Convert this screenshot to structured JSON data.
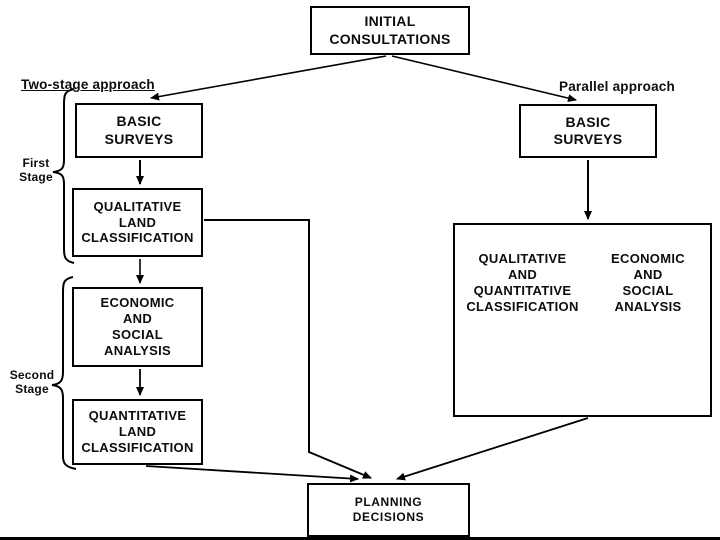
{
  "colors": {
    "line": "#000000",
    "background": "#ffffff"
  },
  "top": {
    "initial_consultations": "INITIAL\nCONSULTATIONS"
  },
  "two_stage": {
    "approach_label": "Two-stage approach",
    "first_stage_label": "First\nStage",
    "second_stage_label": "Second\nStage",
    "basic_surveys": "BASIC\nSURVEYS",
    "qualitative_classification": "QUALITATIVE\nLAND\nCLASSIFICATION",
    "economic_social_analysis": "ECONOMIC\nAND\nSOCIAL\nANALYSIS",
    "quantitative_classification": "QUANTITATIVE\nLAND\nCLASSIFICATION"
  },
  "parallel": {
    "approach_label": "Parallel approach",
    "basic_surveys": "BASIC\nSURVEYS",
    "qualitative_quantitative_classification": "QUALITATIVE\nAND\nQUANTITATIVE\nCLASSIFICATION",
    "economic_social_analysis": "ECONOMIC\nAND\nSOCIAL\nANALYSIS"
  },
  "bottom": {
    "planning_decisions": "PLANNING\nDECISIONS"
  }
}
